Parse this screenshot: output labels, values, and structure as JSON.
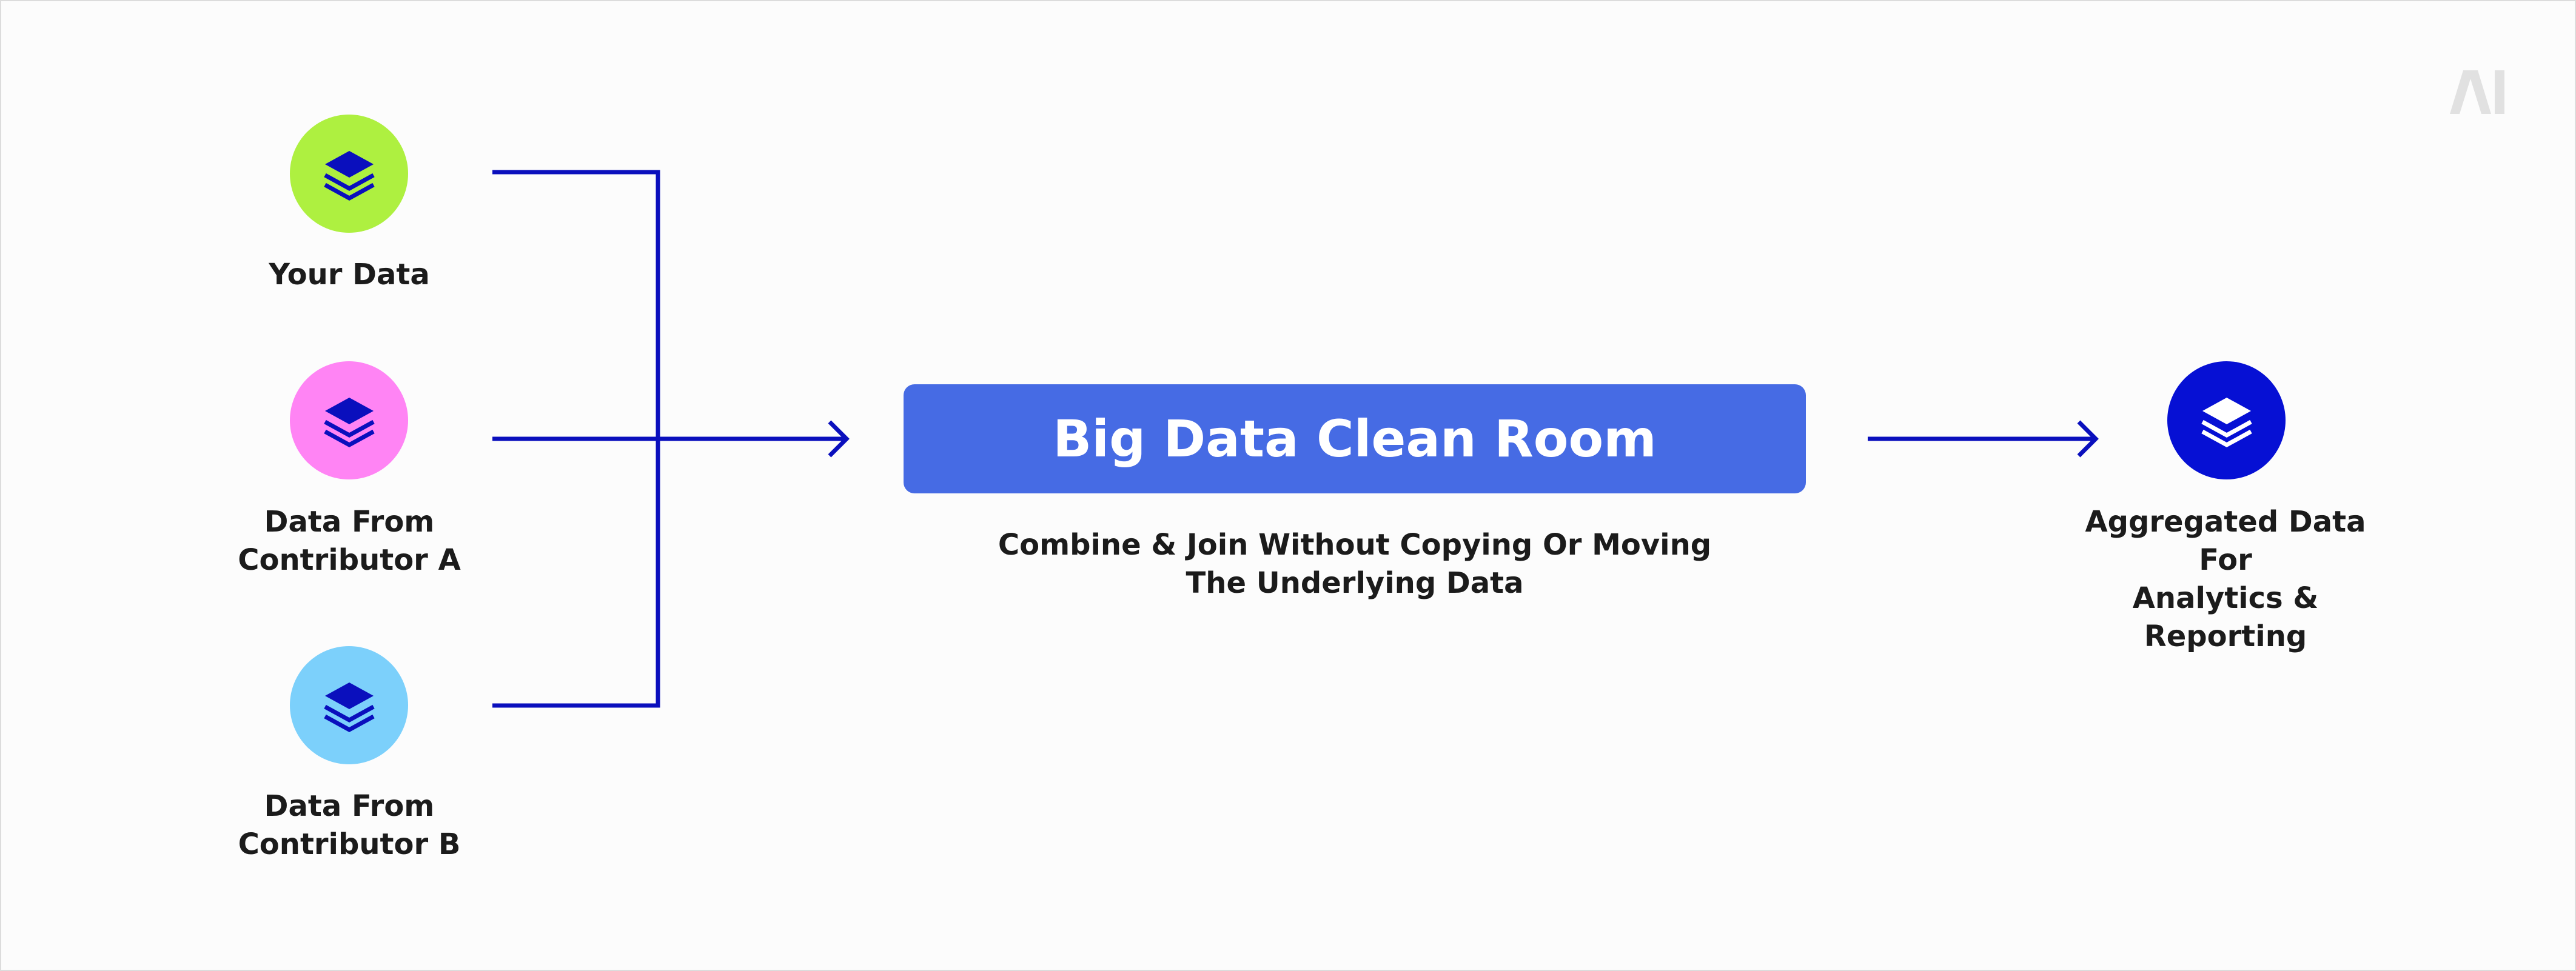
{
  "colors": {
    "background": "#fcfcfc",
    "line": "#0a0fbd",
    "clean_room": "#466be4",
    "your_data": "#aef040",
    "contributor_a": "#ff84f4",
    "contributor_b": "#7cd0fb",
    "output": "#0610d4"
  },
  "sources": [
    {
      "icon": "layers-icon",
      "lines": [
        "Your Data"
      ]
    },
    {
      "icon": "layers-icon",
      "lines": [
        "Data From",
        "Contributor A"
      ]
    },
    {
      "icon": "layers-icon",
      "lines": [
        "Data From",
        "Contributor B"
      ]
    }
  ],
  "clean_room": {
    "title": "Big Data Clean Room",
    "caption": [
      "Combine & Join Without Copying Or Moving",
      "The Underlying Data"
    ]
  },
  "output": {
    "icon": "layers-icon",
    "lines": [
      "Aggregated Data For",
      "Analytics & Reporting"
    ]
  },
  "logo": {
    "icon": "ai-logo-icon",
    "text": "AI"
  }
}
